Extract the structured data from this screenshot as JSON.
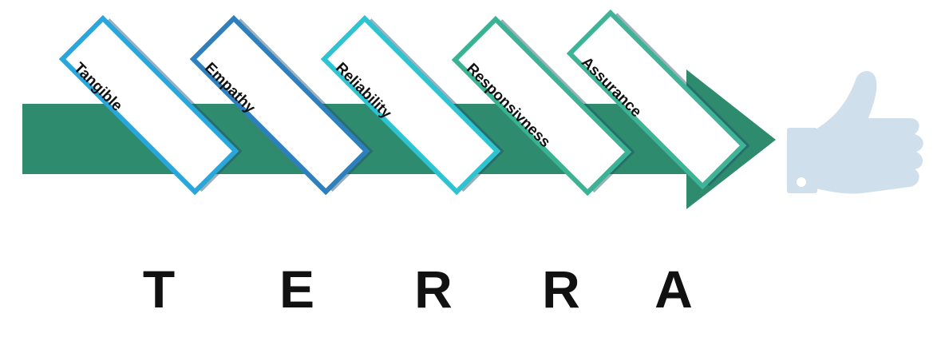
{
  "arrow_color": "#2e8b6e",
  "thumb_color": "#cfdfeb",
  "cards": [
    {
      "label": "Tangible",
      "color": "#29a6dc"
    },
    {
      "label": "Empathy",
      "color": "#2d7fbe"
    },
    {
      "label": "Reliability",
      "color": "#2ec3d1"
    },
    {
      "label": "Responsivness",
      "color": "#3ab394"
    },
    {
      "label": "Assurance",
      "color": "#3fb395"
    }
  ],
  "acronym": [
    "T",
    "E",
    "R",
    "R",
    "A"
  ]
}
